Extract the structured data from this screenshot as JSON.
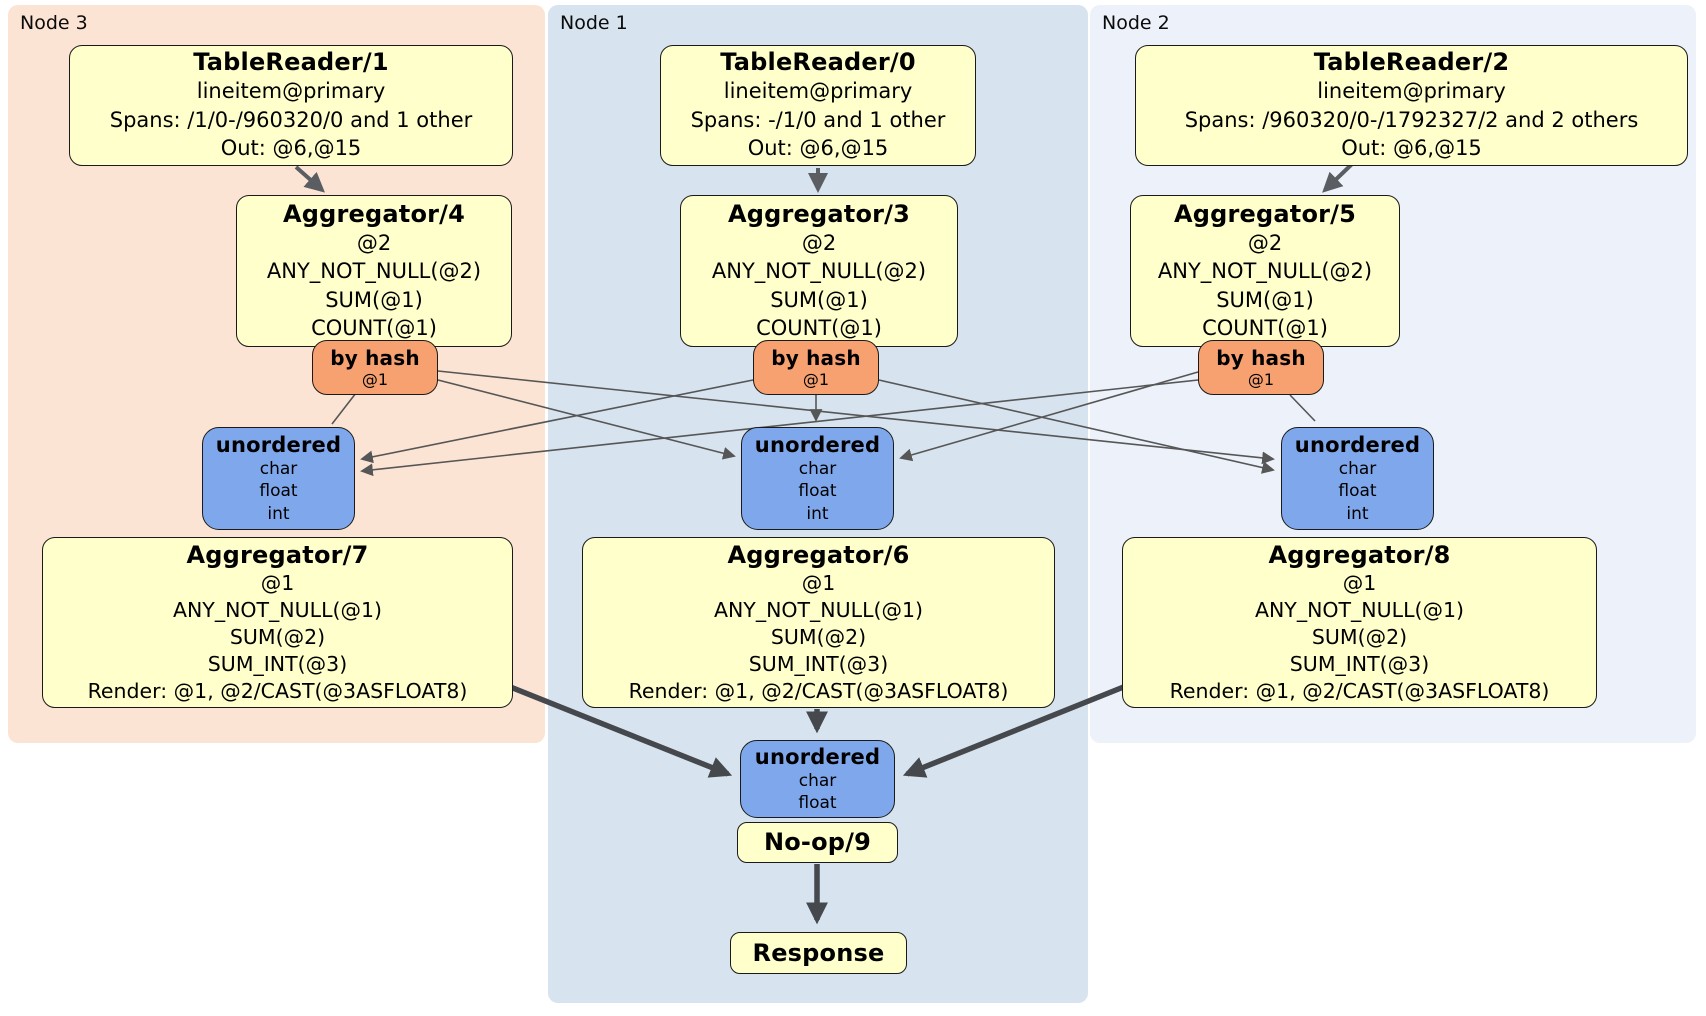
{
  "regions": {
    "node3": {
      "label": "Node 3"
    },
    "node1": {
      "label": "Node 1"
    },
    "node2": {
      "label": "Node 2"
    }
  },
  "processors": {
    "tr1": {
      "title": "TableReader/1",
      "lines": [
        "lineitem@primary",
        "Spans: /1/0-/960320/0 and 1 other",
        "Out: @6,@15"
      ]
    },
    "tr0": {
      "title": "TableReader/0",
      "lines": [
        "lineitem@primary",
        "Spans: -/1/0 and 1 other",
        "Out: @6,@15"
      ]
    },
    "tr2": {
      "title": "TableReader/2",
      "lines": [
        "lineitem@primary",
        "Spans: /960320/0-/1792327/2 and 2 others",
        "Out: @6,@15"
      ]
    },
    "agg4": {
      "title": "Aggregator/4",
      "lines": [
        "@2",
        "ANY_NOT_NULL(@2)",
        "SUM(@1)",
        "COUNT(@1)"
      ]
    },
    "agg3": {
      "title": "Aggregator/3",
      "lines": [
        "@2",
        "ANY_NOT_NULL(@2)",
        "SUM(@1)",
        "COUNT(@1)"
      ]
    },
    "agg5": {
      "title": "Aggregator/5",
      "lines": [
        "@2",
        "ANY_NOT_NULL(@2)",
        "SUM(@1)",
        "COUNT(@1)"
      ]
    },
    "agg7": {
      "title": "Aggregator/7",
      "lines": [
        "@1",
        "ANY_NOT_NULL(@1)",
        "SUM(@2)",
        "SUM_INT(@3)",
        "Render: @1, @2/CAST(@3ASFLOAT8)"
      ]
    },
    "agg6": {
      "title": "Aggregator/6",
      "lines": [
        "@1",
        "ANY_NOT_NULL(@1)",
        "SUM(@2)",
        "SUM_INT(@3)",
        "Render: @1, @2/CAST(@3ASFLOAT8)"
      ]
    },
    "agg8": {
      "title": "Aggregator/8",
      "lines": [
        "@1",
        "ANY_NOT_NULL(@1)",
        "SUM(@2)",
        "SUM_INT(@3)",
        "Render: @1, @2/CAST(@3ASFLOAT8)"
      ]
    },
    "noop": {
      "title": "No-op/9"
    },
    "response": {
      "title": "Response"
    }
  },
  "routers": {
    "hash3": {
      "title": "by hash",
      "detail": "@1"
    },
    "hash1": {
      "title": "by hash",
      "detail": "@1"
    },
    "hash2": {
      "title": "by hash",
      "detail": "@1"
    }
  },
  "syncs": {
    "sync3": {
      "title": "unordered",
      "items": [
        "char",
        "float",
        "int"
      ]
    },
    "sync1": {
      "title": "unordered",
      "items": [
        "char",
        "float",
        "int"
      ]
    },
    "sync2": {
      "title": "unordered",
      "items": [
        "char",
        "float",
        "int"
      ]
    },
    "syncFinal": {
      "title": "unordered",
      "items": [
        "char",
        "float"
      ]
    }
  },
  "edges": [
    {
      "from": "tr1",
      "to": "agg4"
    },
    {
      "from": "tr0",
      "to": "agg3"
    },
    {
      "from": "tr2",
      "to": "agg5"
    },
    {
      "from": "agg4",
      "to": "hash3"
    },
    {
      "from": "agg3",
      "to": "hash1"
    },
    {
      "from": "agg5",
      "to": "hash2"
    },
    {
      "from": "hash3",
      "to": "sync3"
    },
    {
      "from": "hash3",
      "to": "sync1"
    },
    {
      "from": "hash3",
      "to": "sync2"
    },
    {
      "from": "hash1",
      "to": "sync3"
    },
    {
      "from": "hash1",
      "to": "sync1"
    },
    {
      "from": "hash1",
      "to": "sync2"
    },
    {
      "from": "hash2",
      "to": "sync3"
    },
    {
      "from": "hash2",
      "to": "sync1"
    },
    {
      "from": "hash2",
      "to": "sync2"
    },
    {
      "from": "sync3",
      "to": "agg7"
    },
    {
      "from": "sync1",
      "to": "agg6"
    },
    {
      "from": "sync2",
      "to": "agg8"
    },
    {
      "from": "agg7",
      "to": "syncFinal"
    },
    {
      "from": "agg6",
      "to": "syncFinal"
    },
    {
      "from": "agg8",
      "to": "syncFinal"
    },
    {
      "from": "syncFinal",
      "to": "noop"
    },
    {
      "from": "noop",
      "to": "response"
    }
  ],
  "colors": {
    "node3-bg": "#fce4d4",
    "node1-bg": "#d7e3ee",
    "node2-bg": "#ecf1fa",
    "proc-bg": "#ffffcc",
    "router-bg": "#f7a171",
    "sync-bg": "#7fa8ec",
    "edge-thin": "#565656",
    "edge-thick": "#45484d"
  }
}
